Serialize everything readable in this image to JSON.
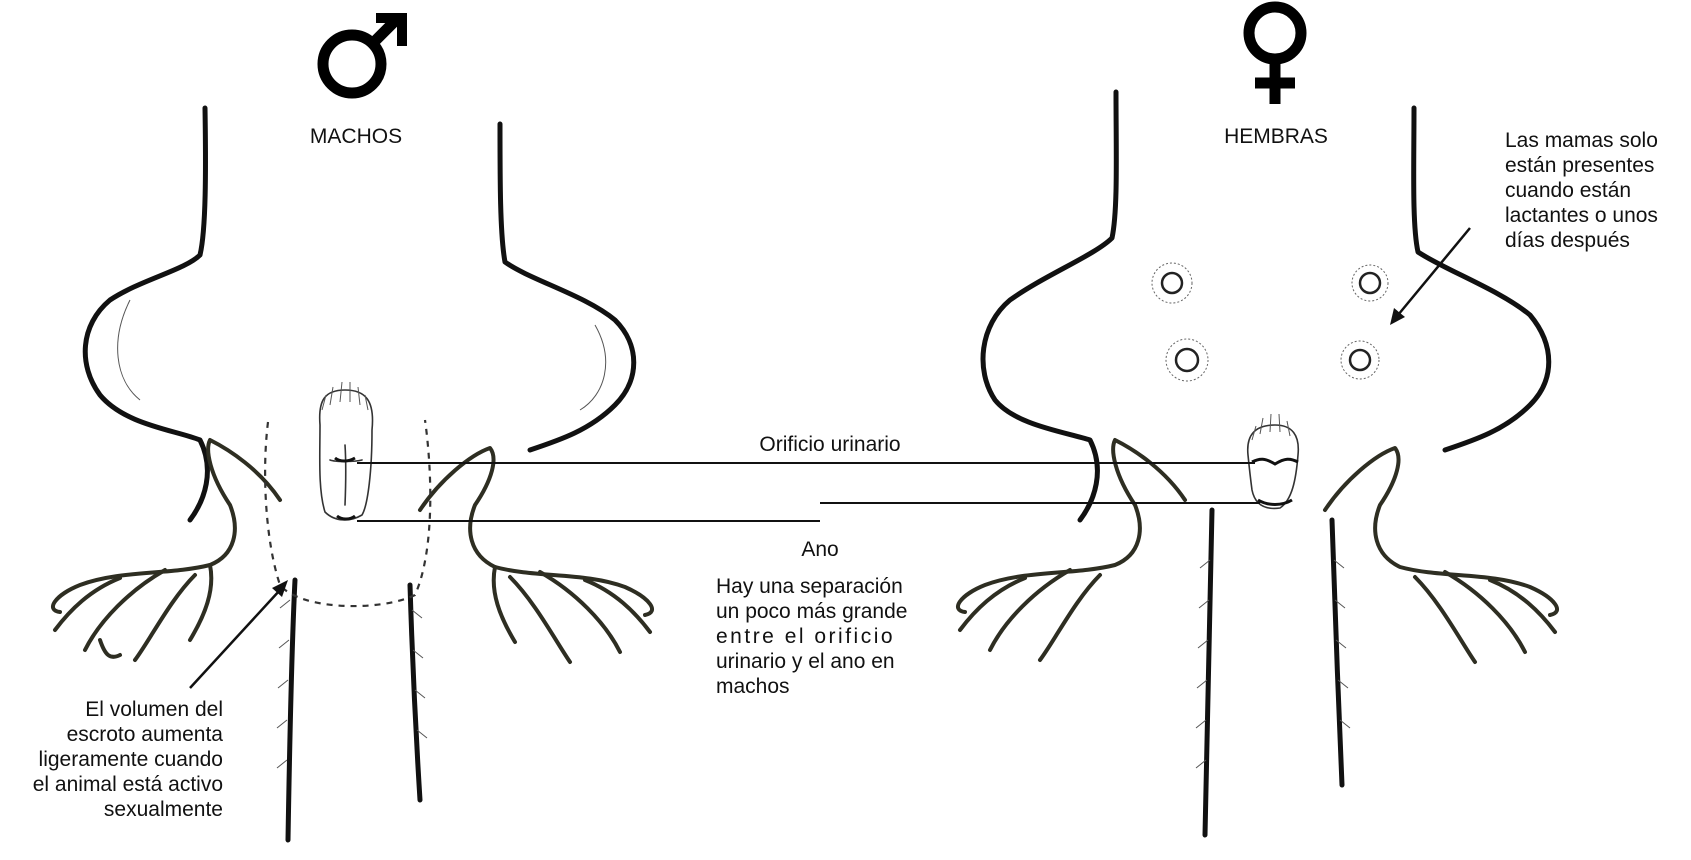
{
  "male": {
    "title": "MACHOS",
    "symbol_icon": "male-symbol-icon",
    "note_lines": [
      "El volumen del",
      "escroto aumenta",
      "ligeramente cuando",
      "el animal está activo",
      "sexualmente"
    ]
  },
  "female": {
    "title": "HEMBRAS",
    "symbol_icon": "female-symbol-icon",
    "note_lines": [
      "Las mamas solo",
      "están presentes",
      "cuando están",
      "lactantes o unos",
      "días después"
    ]
  },
  "center": {
    "urinary_label": "Orificio urinario",
    "anus_label": "Ano",
    "separation_lines": [
      "Hay una separación",
      "un poco más grande",
      "entre el orificio",
      "urinario y el ano en",
      "machos"
    ]
  },
  "colors": {
    "outline": "#111111",
    "leg_outline": "#2e2e22",
    "background": "#ffffff"
  }
}
